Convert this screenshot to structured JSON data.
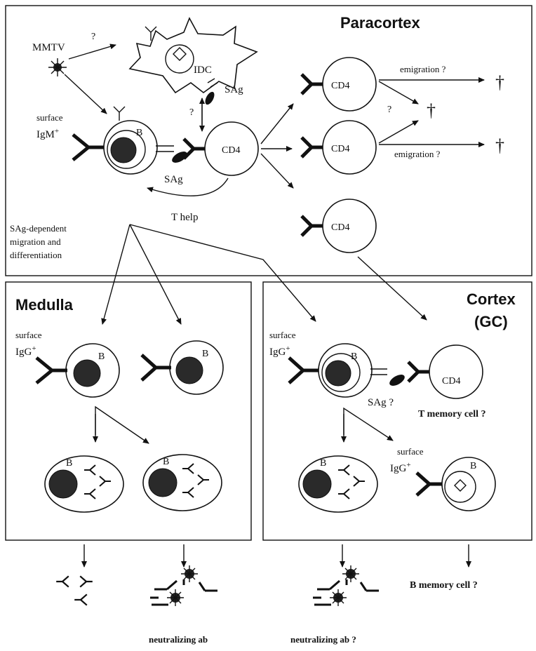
{
  "regions": {
    "paracortex": "Paracortex",
    "medulla": "Medulla",
    "cortex_line1": "Cortex",
    "cortex_line2": "(GC)"
  },
  "labels": {
    "mmtv": "MMTV",
    "q_mmtv": "?",
    "idc": "IDC",
    "sag_idc": "SAg",
    "q_idc_cd4": "?",
    "surface_igm_1": "surface",
    "surface_igm_2": "IgM",
    "plus": "+",
    "b": "B",
    "sag_b": "SAg",
    "cd4": "CD4",
    "t_help": "T help",
    "emigration_top": "emigration ?",
    "emigration_bottom": "emigration ?",
    "q_death": "?",
    "dagger": "†",
    "sag_dependent_1": "SAg-dependent",
    "sag_dependent_2": "migration and",
    "sag_dependent_3": "differentiation",
    "surface": "surface",
    "igg": "IgG",
    "sag_q": "SAg ?",
    "t_memory": "T memory cell ?",
    "b_memory": "B memory cell ?",
    "neutralizing_ab": "neutralizing ab",
    "neutralizing_ab_q": "neutralizing ab ?"
  }
}
